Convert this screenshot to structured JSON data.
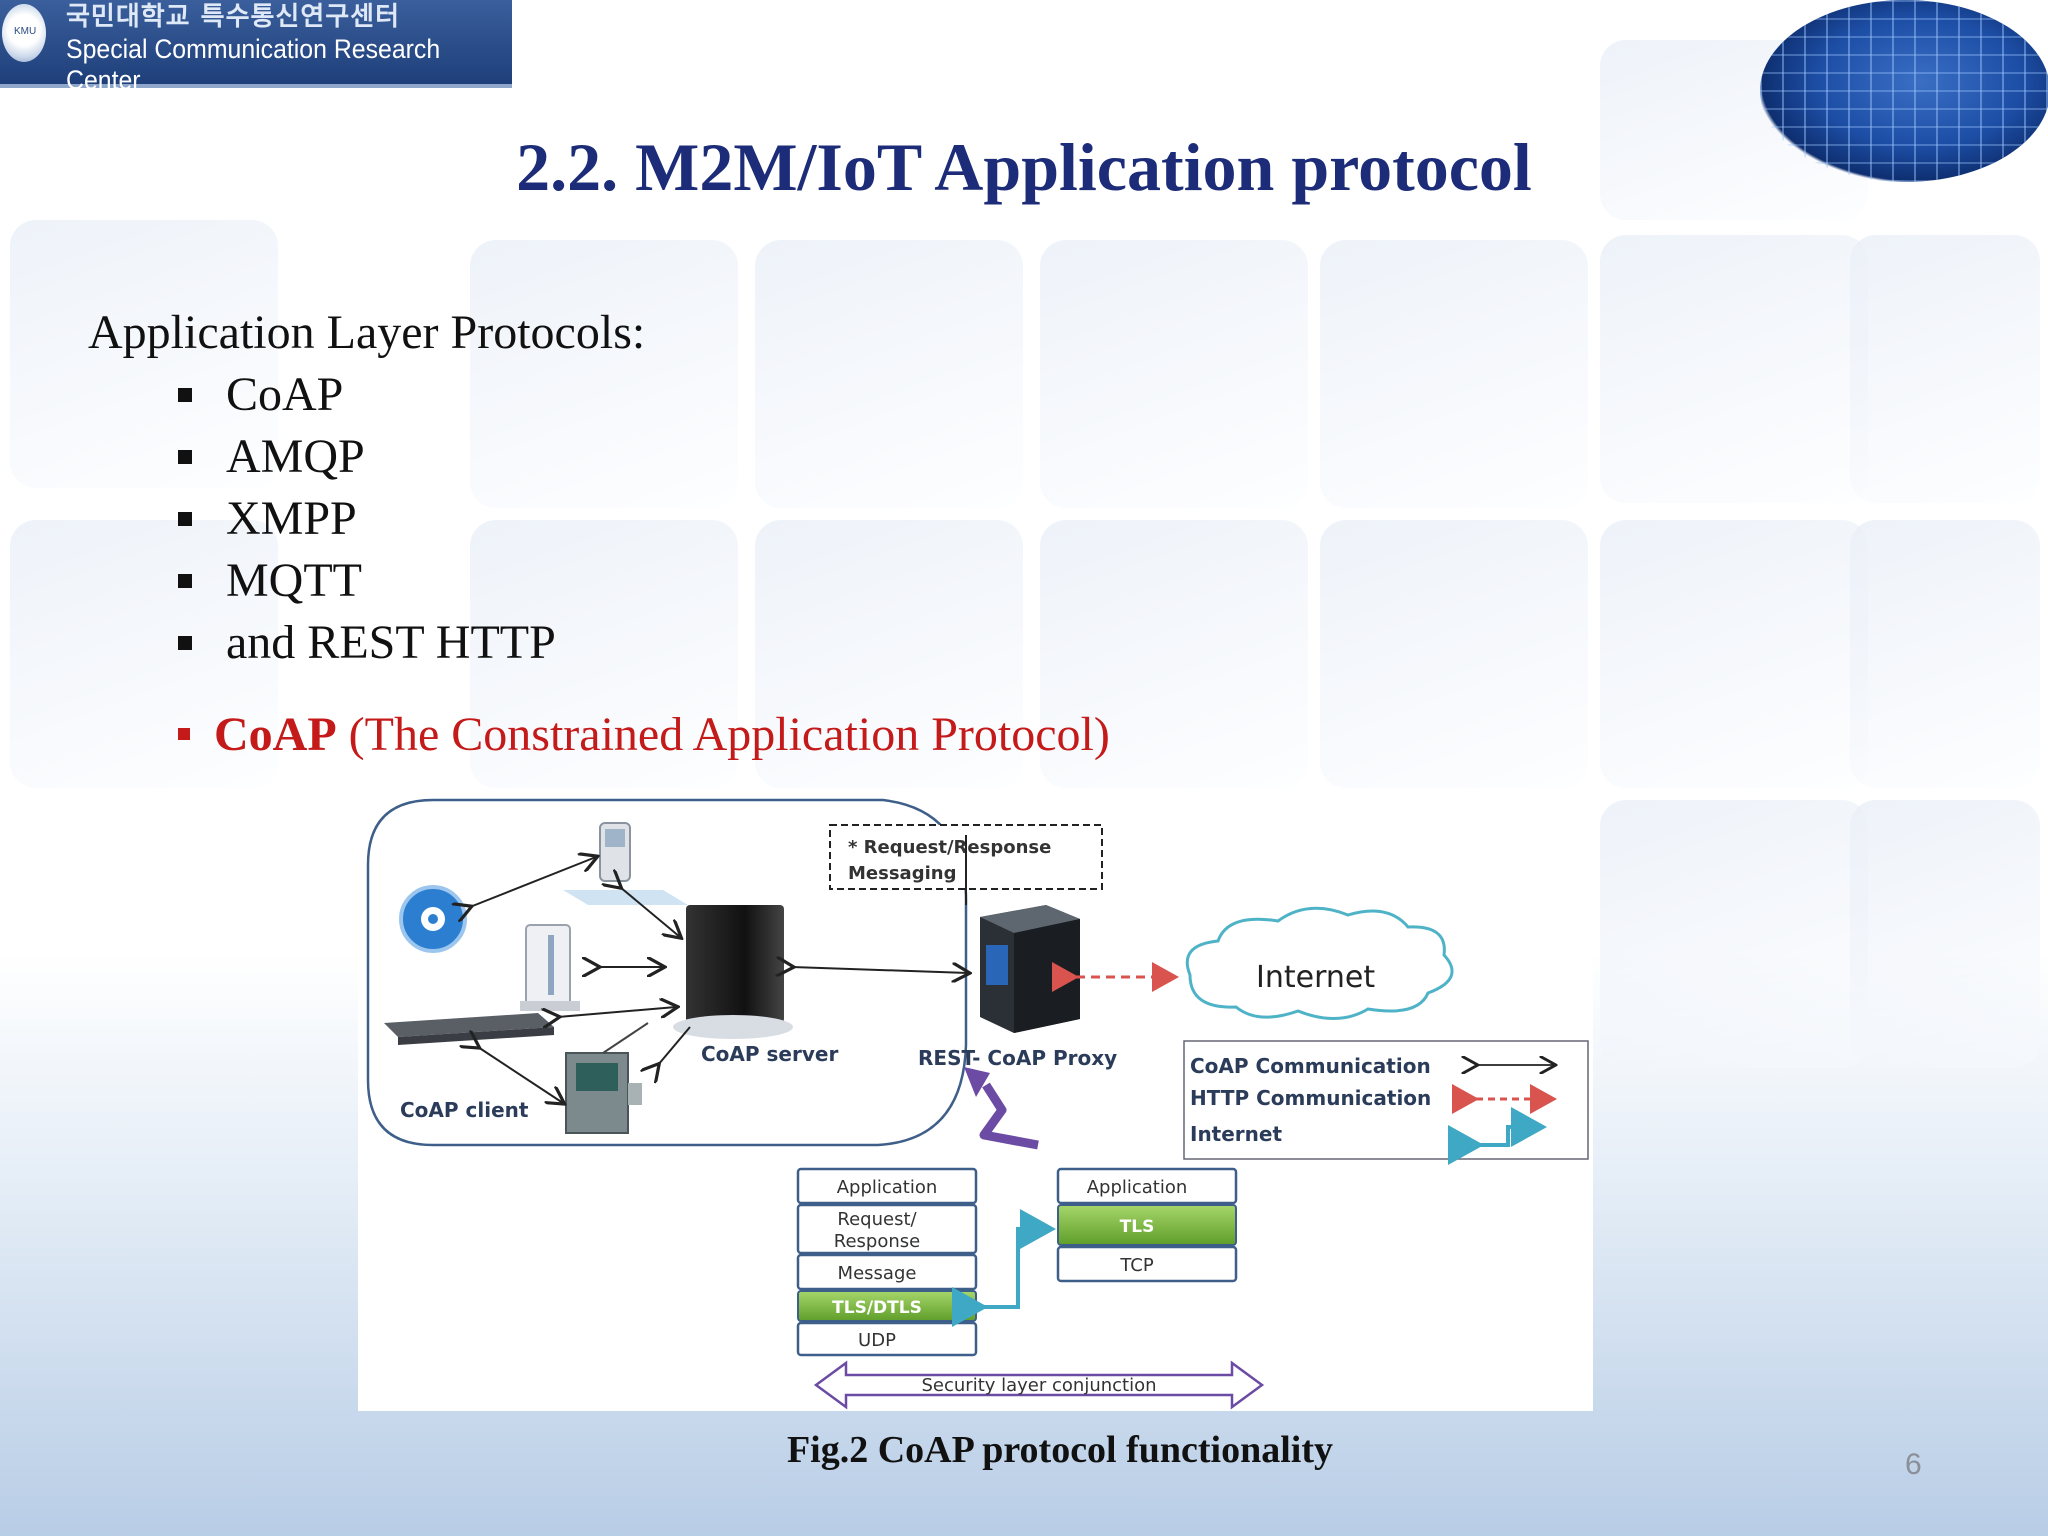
{
  "header": {
    "logo_korean": "국민대학교 특수통신연구센터",
    "logo_english": "Special Communication Research Center",
    "logo_seal": "KMU"
  },
  "slide": {
    "title": "2.2. M2M/IoT Application protocol",
    "intro": "Application Layer Protocols:",
    "protocols": [
      "CoAP",
      "AMQP",
      "XMPP",
      "MQTT",
      "and REST HTTP"
    ],
    "coap_name": "CoAP",
    "coap_desc": "(The Constrained Application Protocol)",
    "caption": "Fig.2 CoAP protocol functionality",
    "page_number": "6"
  },
  "diagram": {
    "messaging_note": "* Request/Response Messaging",
    "messaging_note_line1": "* Request/Response",
    "messaging_note_line2": "Messaging",
    "internet": "Internet",
    "coap_server": "CoAP server",
    "proxy": "REST- CoAP Proxy",
    "coap_client": "CoAP client",
    "legend": {
      "coap_comm": "CoAP Communication",
      "http_comm": "HTTP Communication",
      "internet": "Internet"
    },
    "coap_stack": [
      "Application",
      "Request/ Response",
      "Message",
      "TLS/DTLS",
      "UDP"
    ],
    "coap_stack_req1": "Request/",
    "coap_stack_req2": "Response",
    "http_stack": [
      "Application",
      "TLS",
      "TCP"
    ],
    "security_label": "Security layer conjunction",
    "colors": {
      "tls_green": "#7dbb3c",
      "http_arrow": "#d9534f",
      "internet_cloud": "#4fb3c8",
      "proxy_arrow": "#6b4ba3",
      "title_blue": "#1c2c78",
      "coap_red": "#c41a1a"
    },
    "icons": [
      "settings-gear-icon",
      "smartphone-icon",
      "server-tower-icon",
      "rack-server-icon",
      "industrial-machine-icon",
      "proxy-server-icon"
    ]
  }
}
